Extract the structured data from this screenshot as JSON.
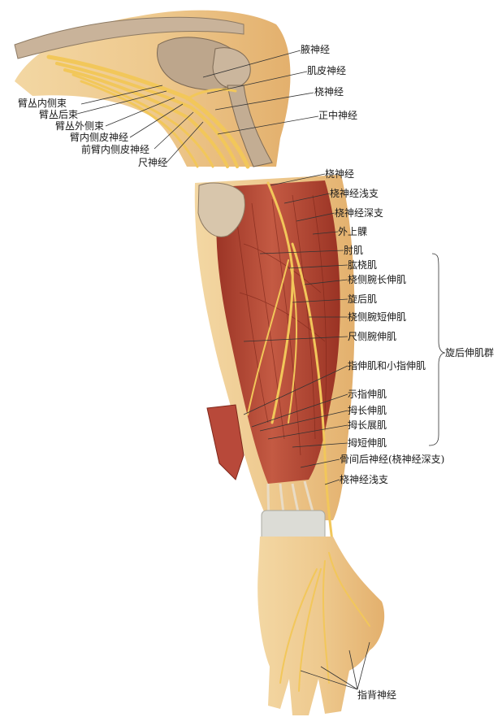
{
  "colors": {
    "skin": "#eec98e",
    "skin_shadow": "#d9a25f",
    "bone": "#c7b299",
    "muscle": "#b84a36",
    "muscle_dark": "#8f2e22",
    "nerve": "#f2c75a",
    "tendon": "#e9dcc6",
    "label_line": "#333333"
  },
  "labels": {
    "axillary": "腋神经",
    "musculocutaneous": "肌皮神经",
    "radial_upper": "桡神经",
    "median": "正中神经",
    "medial_cord": "臂丛内侧束",
    "posterior_cord": "臂丛后束",
    "lateral_cord": "臂丛外侧束",
    "medial_brachial_cutaneous": "臂内侧皮神经",
    "medial_antebrachial_cutaneous": "前臂内侧皮神经",
    "ulnar": "尺神经",
    "radial_forearm": "桡神经",
    "radial_superficial_branch": "桡神经浅支",
    "radial_deep_branch": "桡神经深支",
    "lateral_epicondyle": "外上髁",
    "anconeus": "肘肌",
    "brachioradialis": "肱桡肌",
    "ecrl": "桡侧腕长伸肌",
    "supinator": "旋后肌",
    "ecrb": "桡侧腕短伸肌",
    "ecu": "尺侧腕伸肌",
    "edc_edm": "指伸肌和小指伸肌",
    "eip": "示指伸肌",
    "epl": "拇长伸肌",
    "apl": "拇长展肌",
    "epb": "拇短伸肌",
    "pin": "骨间后神经(桡神经深支)",
    "radial_superficial_wrist": "桡神经浅支",
    "dorsal_digital": "指背神经",
    "group_supinator_extensors": "旋后伸肌群"
  }
}
